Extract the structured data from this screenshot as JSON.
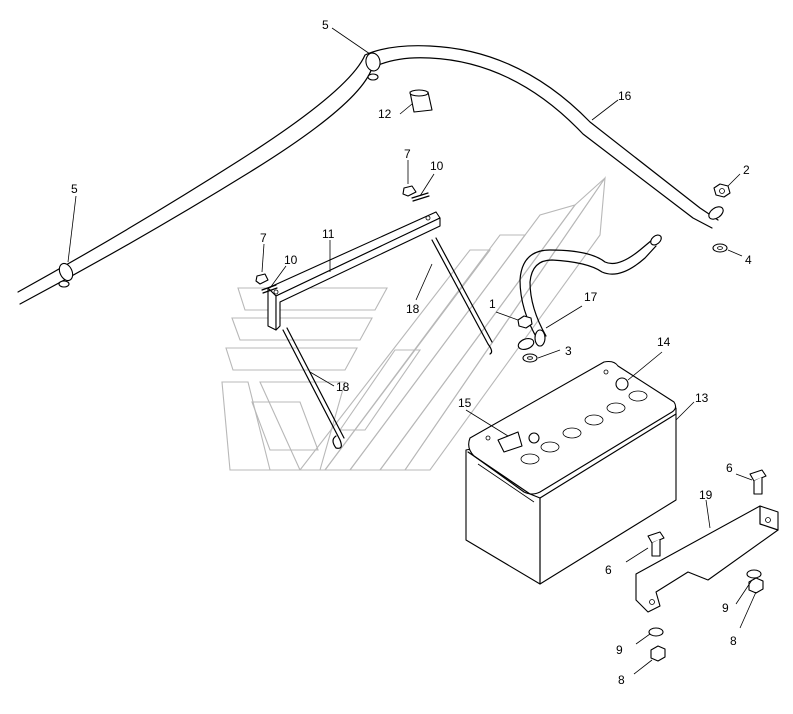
{
  "diagram": {
    "callouts": {
      "c5a": "5",
      "c5b": "5",
      "c16": "16",
      "c12": "12",
      "c2": "2",
      "c4": "4",
      "c7a": "7",
      "c10a": "10",
      "c7b": "7",
      "c10b": "10",
      "c11": "11",
      "c18a": "18",
      "c18b": "18",
      "c1": "1",
      "c17": "17",
      "c3": "3",
      "c14": "14",
      "c15": "15",
      "c13": "13",
      "c6a": "6",
      "c6b": "6",
      "c19": "19",
      "c9a": "9",
      "c8a": "8",
      "c9b": "9",
      "c8b": "8"
    }
  }
}
